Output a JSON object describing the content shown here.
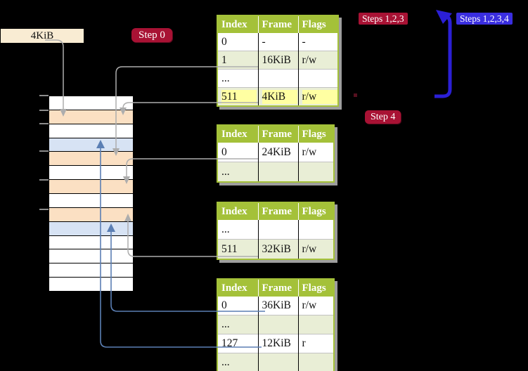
{
  "label_4kib": "4KiB",
  "badges": {
    "step0": "Step 0",
    "steps123": "Steps 1,2,3",
    "steps1234": "Steps 1,2,3,4",
    "step4": "Step 4"
  },
  "tables": [
    {
      "name": "page-table-level-1",
      "headers": [
        "Index",
        "Frame",
        "Flags"
      ],
      "rows": [
        {
          "cells": [
            "0",
            "-",
            "-"
          ],
          "shaded": false,
          "highlighted": false
        },
        {
          "cells": [
            "1",
            "16KiB",
            "r/w"
          ],
          "shaded": true,
          "highlighted": false
        },
        {
          "cells": [
            "...",
            "",
            ""
          ],
          "shaded": false,
          "highlighted": false
        },
        {
          "cells": [
            "511",
            "4KiB",
            "r/w"
          ],
          "shaded": true,
          "highlighted": true
        }
      ]
    },
    {
      "name": "page-table-level-2",
      "headers": [
        "Index",
        "Frame",
        "Flags"
      ],
      "rows": [
        {
          "cells": [
            "0",
            "24KiB",
            "r/w"
          ],
          "shaded": false,
          "highlighted": false
        },
        {
          "cells": [
            "...",
            "",
            ""
          ],
          "shaded": true,
          "highlighted": false
        }
      ]
    },
    {
      "name": "page-table-level-3",
      "headers": [
        "Index",
        "Frame",
        "Flags"
      ],
      "rows": [
        {
          "cells": [
            "...",
            "",
            ""
          ],
          "shaded": false,
          "highlighted": false
        },
        {
          "cells": [
            "511",
            "32KiB",
            "r/w"
          ],
          "shaded": true,
          "highlighted": false
        }
      ]
    },
    {
      "name": "page-table-level-4",
      "headers": [
        "Index",
        "Frame",
        "Flags"
      ],
      "rows": [
        {
          "cells": [
            "0",
            "36KiB",
            "r/w"
          ],
          "shaded": false,
          "highlighted": false
        },
        {
          "cells": [
            "...",
            "",
            ""
          ],
          "shaded": true,
          "highlighted": false
        },
        {
          "cells": [
            "127",
            "12KiB",
            "r"
          ],
          "shaded": false,
          "highlighted": false
        },
        {
          "cells": [
            "...",
            "",
            ""
          ],
          "shaded": true,
          "highlighted": false
        }
      ]
    }
  ],
  "memory_map": {
    "rows": [
      "plain",
      "mapped",
      "plain",
      "table",
      "mapped",
      "plain",
      "mapped",
      "plain",
      "mapped",
      "table",
      "plain",
      "plain",
      "plain",
      "plain"
    ]
  },
  "colors": {
    "header_green": "#a4c139",
    "shaded_row_green": "#e9eed6",
    "highlight_yellow": "#ffffa2",
    "badge_crimson": "#a81234",
    "badge_blue": "#3a2ee0",
    "big_arrow_blue": "#2b1fd6",
    "connector_gray": "#adadad",
    "connector_steelblue": "#5b7fb4",
    "memory_mapped_peach": "#fbe0c3",
    "memory_table_blue": "#d7e3f4",
    "label_cream": "#f9ecd3"
  }
}
